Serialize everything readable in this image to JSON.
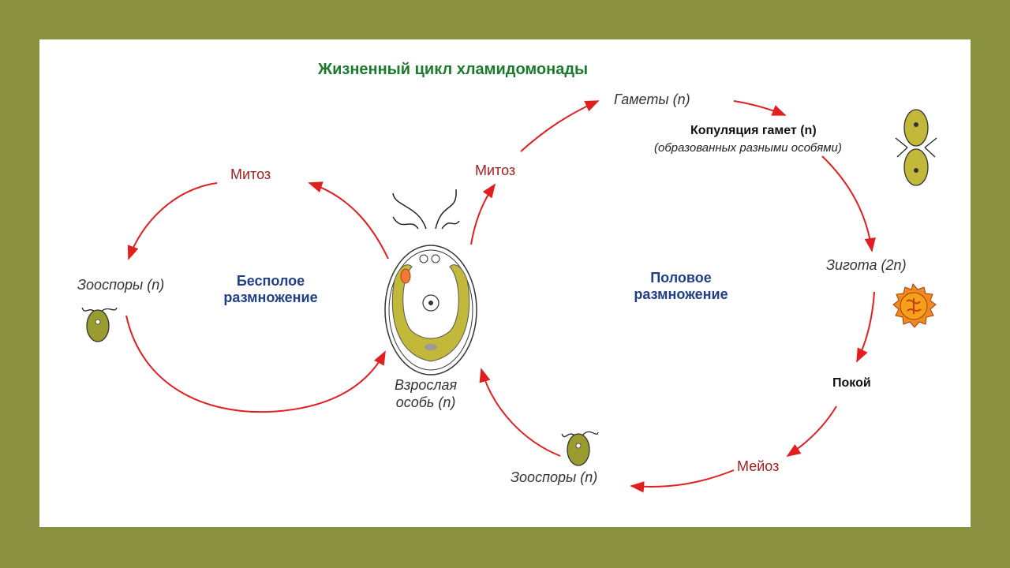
{
  "title": "Жизненный цикл хламидомонады",
  "asexual": {
    "line1": "Бесполое",
    "line2": "размножение"
  },
  "sexual": {
    "line1": "Половое",
    "line2": "размножение"
  },
  "labels": {
    "mitosis_left": "Митоз",
    "mitosis_right": "Митоз",
    "zoospores_left": "Зооспоры (n)",
    "zoospores_bottom": "Зооспоры (n)",
    "adult_line1": "Взрослая",
    "adult_line2": "особь (n)",
    "gametes": "Гаметы (n)",
    "copulation": "Копуляция гамет (n)",
    "copulation_note": "(образованных разными особями)",
    "zygote": "Зигота (2n)",
    "rest": "Покой",
    "meiosis": "Мейоз"
  },
  "colors": {
    "frame": "#8a9140",
    "arrow": "#e02020",
    "title": "#1c7a2c",
    "mode_text": "#1f3f86",
    "cell_fill": "#c2b83a",
    "zygote": "#f08a1c"
  }
}
